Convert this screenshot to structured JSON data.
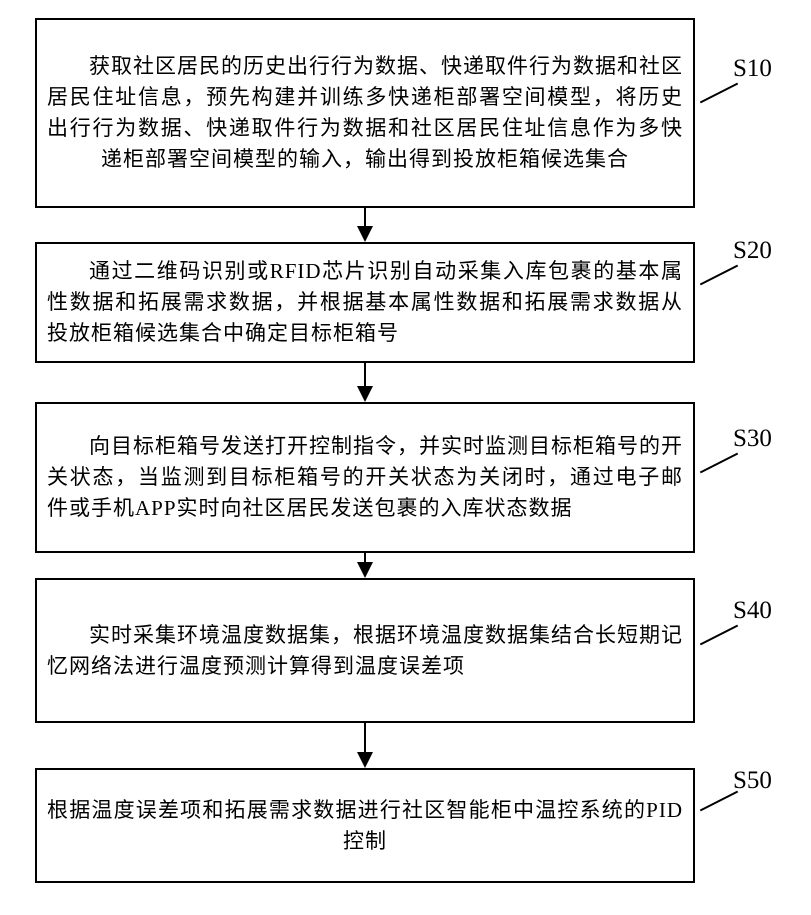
{
  "figure": {
    "background_color": "#ffffff",
    "line_color": "#000000",
    "text_color": "#000000"
  },
  "flowchart": {
    "steps": [
      {
        "label": "S10",
        "text": "获取社区居民的历史出行行为数据、快递取件行为数据和社区居民住址信息，预先构建并训练多快递柜部署空间模型，将历史出行行为数据、快递取件行为数据和社区居民住址信息作为多快递柜部署空间模型的输入，输出得到投放柜箱候选集合"
      },
      {
        "label": "S20",
        "text": "通过二维码识别或RFID芯片识别自动采集入库包裹的基本属性数据和拓展需求数据，并根据基本属性数据和拓展需求数据从投放柜箱候选集合中确定目标柜箱号"
      },
      {
        "label": "S30",
        "text": "向目标柜箱号发送打开控制指令，并实时监测目标柜箱号的开关状态，当监测到目标柜箱号的开关状态为关闭时，通过电子邮件或手机APP实时向社区居民发送包裹的入库状态数据"
      },
      {
        "label": "S40",
        "text": "实时采集环境温度数据集，根据环境温度数据集结合长短期记忆网络法进行温度预测计算得到温度误差项"
      },
      {
        "label": "S50",
        "text": "根据温度误差项和拓展需求数据进行社区智能柜中温控系统的PID控制"
      }
    ]
  }
}
